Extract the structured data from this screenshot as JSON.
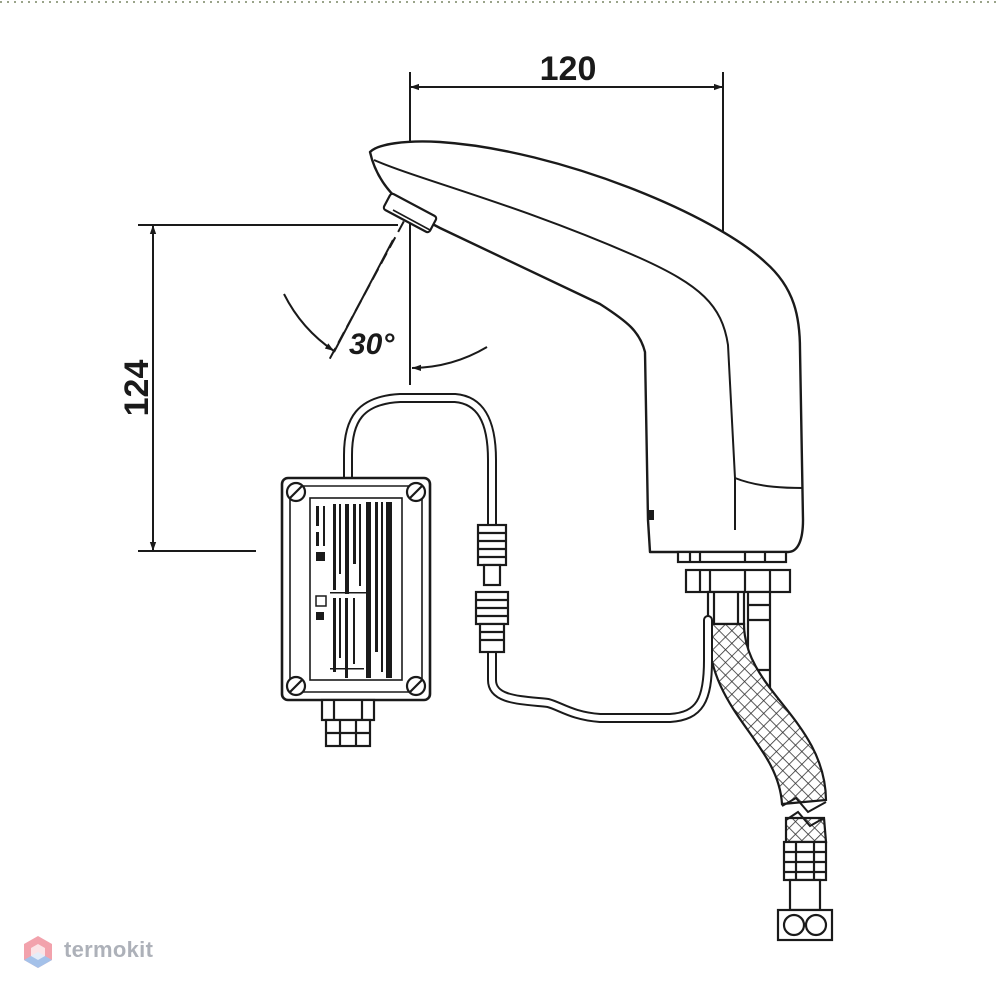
{
  "dimensions": {
    "width_label": "120",
    "height_label": "124",
    "angle_label": "30°"
  },
  "watermark": {
    "brand": "termokit"
  },
  "colors": {
    "line": "#1a1a1a",
    "border_dots": "#9aa48a",
    "watermark_red": "#e8576a",
    "watermark_blue": "#5b8fd8"
  }
}
